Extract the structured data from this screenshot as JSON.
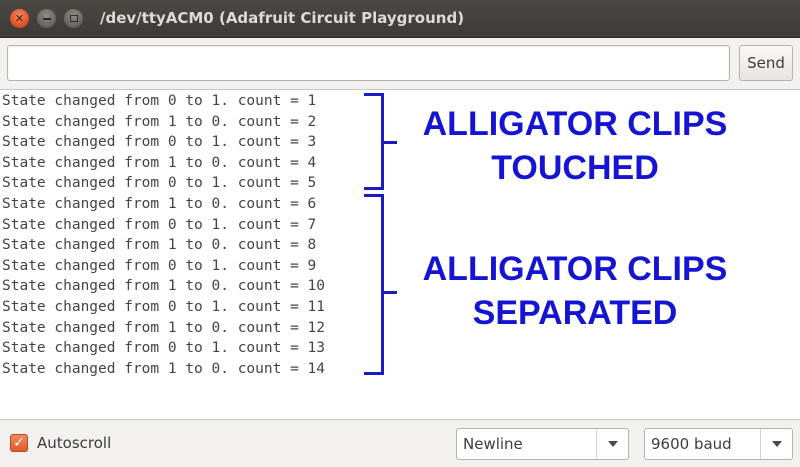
{
  "window": {
    "title": "/dev/ttyACM0 (Adafruit Circuit Playground)",
    "close_glyph": "✕"
  },
  "send": {
    "input_value": "",
    "button_label": "Send"
  },
  "output": {
    "lines": [
      "State changed from 0 to 1. count = 1",
      "State changed from 1 to 0. count = 2",
      "State changed from 0 to 1. count = 3",
      "State changed from 1 to 0. count = 4",
      "State changed from 0 to 1. count = 5",
      "State changed from 1 to 0. count = 6",
      "State changed from 0 to 1. count = 7",
      "State changed from 1 to 0. count = 8",
      "State changed from 0 to 1. count = 9",
      "State changed from 1 to 0. count = 10",
      "State changed from 0 to 1. count = 11",
      "State changed from 1 to 0. count = 12",
      "State changed from 0 to 1. count = 13",
      "State changed from 1 to 0. count = 14"
    ]
  },
  "annotations": {
    "touched_line1": "ALLIGATOR CLIPS",
    "touched_line2": "TOUCHED",
    "separated_line1": "ALLIGATOR CLIPS",
    "separated_line2": "SEPARATED",
    "color": "#1414d2"
  },
  "footer": {
    "autoscroll_label": "Autoscroll",
    "autoscroll_checked": true,
    "line_ending": "Newline",
    "baud": "9600 baud"
  },
  "colors": {
    "accent_checkbox": "#df5b2a",
    "titlebar": "#3c3b37"
  }
}
